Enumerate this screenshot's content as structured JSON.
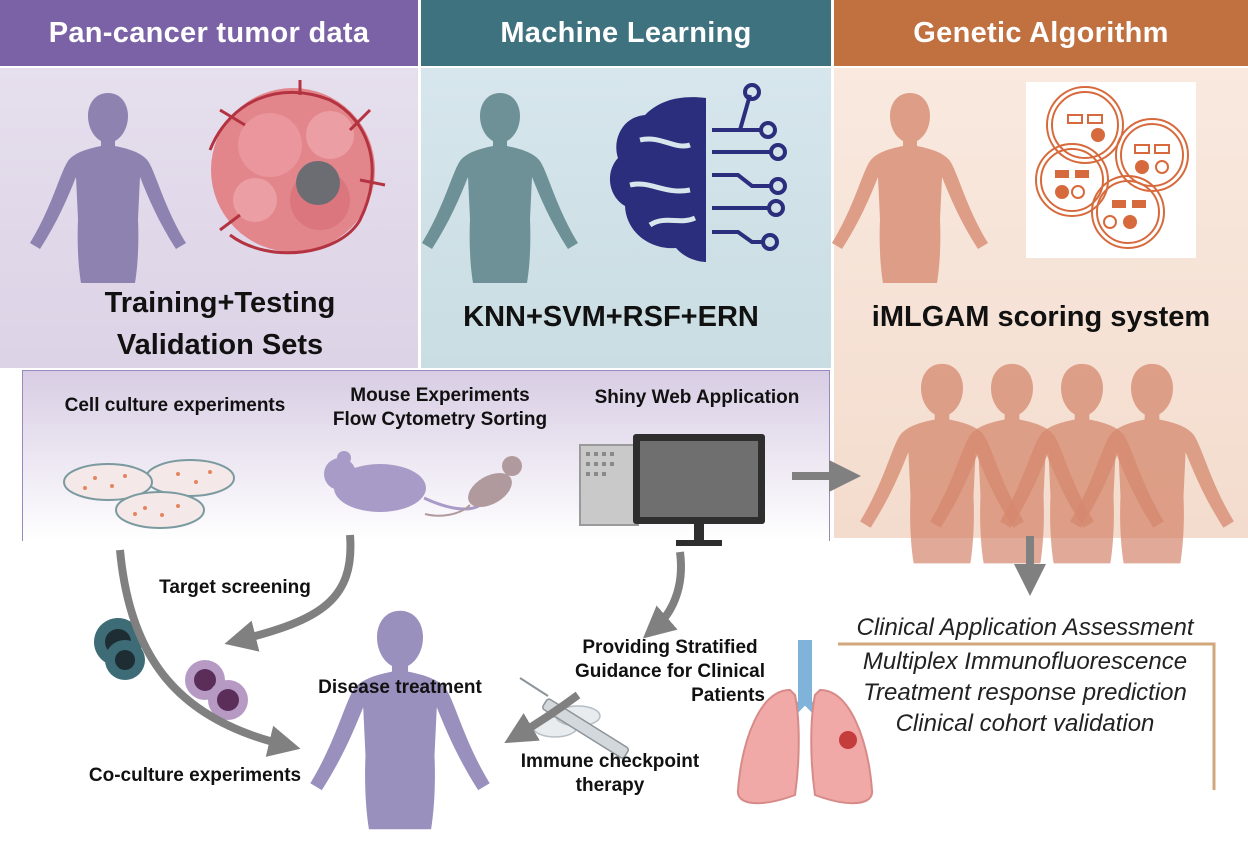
{
  "colors": {
    "purple_header": "#7b62a6",
    "teal_header": "#3e727f",
    "orange_header": "#c1703f",
    "purple_panel": "#e3dbea",
    "teal_panel": "#cfe0e6",
    "orange_panel": "#f6e1d4",
    "arrow_gray": "#808080"
  },
  "headers": {
    "col1": "Pan-cancer tumor data",
    "col2": "Machine Learning",
    "col3": "Genetic Algorithm"
  },
  "panels": {
    "col1_title_line1": "Training+Testing",
    "col1_title_line2": "Validation Sets",
    "col2_title": "KNN+SVM+RSF+ERN",
    "col3_title": "iMLGAM scoring system"
  },
  "experiments": {
    "cell_culture": "Cell culture experiments",
    "mouse_line1": "Mouse Experiments",
    "mouse_line2": "Flow Cytometry Sorting",
    "shiny": "Shiny Web Application"
  },
  "bottom": {
    "target_screening": "Target screening",
    "co_culture": "Co-culture experiments",
    "disease_treatment": "Disease treatment",
    "stratified_line1": "Providing Stratified",
    "stratified_line2": "Guidance for Clinical",
    "stratified_line3": "Patients",
    "immune_line1": "Immune checkpoint",
    "immune_line2": "therapy"
  },
  "clinical": {
    "heading": "Clinical Application Assessment",
    "items": [
      "Multiplex Immunofluorescence",
      "Treatment response prediction",
      "Clinical cohort validation"
    ]
  },
  "icons": [
    "human-silhouette-icon",
    "tumor-icon",
    "brain-circuit-icon",
    "cell-panel-icon",
    "petri-dish-icon",
    "mouse-icon",
    "computer-icon",
    "cell-icon",
    "syringe-icon",
    "lungs-icon",
    "crowd-icon"
  ]
}
